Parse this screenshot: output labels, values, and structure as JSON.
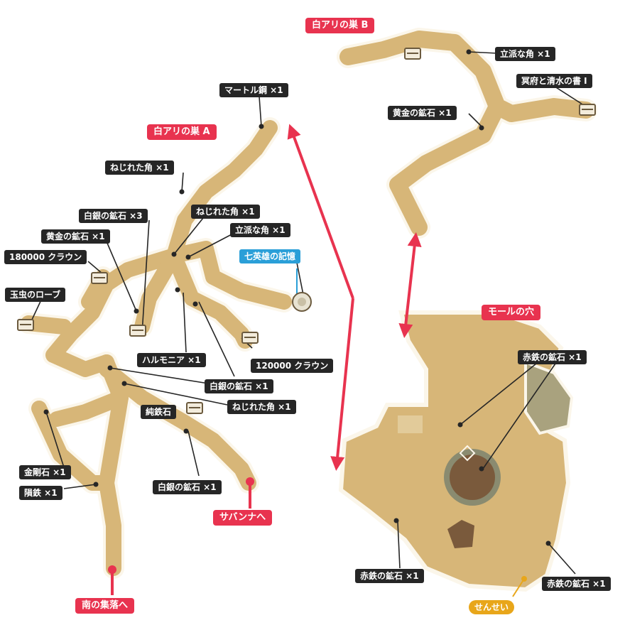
{
  "areas": {
    "nest_a": "白アリの巣 A",
    "nest_b": "白アリの巣 B",
    "mole_hole": "モールの穴"
  },
  "exits": {
    "savanna": "サバンナへ",
    "south_village": "南の集落へ"
  },
  "npc": {
    "teacher": "せんせい"
  },
  "special": {
    "seven_heroes_memory": "七英雄の記憶"
  },
  "items": {
    "martle_steel": "マートル鋼 ×1",
    "twisted_horn_1": "ねじれた角 ×1",
    "twisted_horn_2": "ねじれた角 ×1",
    "twisted_horn_3": "ねじれた角 ×1",
    "silver_ore_3": "白銀の鉱石 ×3",
    "gold_ore_a": "黄金の鉱石 ×1",
    "crowns_180000": "180000 クラウン",
    "fine_horn_a": "立派な角 ×1",
    "tamamushi_robe": "玉虫のローブ",
    "harmonia": "ハルモニア ×1",
    "crowns_120000": "120000 クラウン",
    "silver_ore_a": "白銀の鉱石 ×1",
    "pure_iron": "純鉄石",
    "diamond": "金剛石 ×1",
    "meteorite": "隕鉄 ×1",
    "silver_ore_b": "白銀の鉱石 ×1",
    "fine_horn_b": "立派な角 ×1",
    "underworld_book": "冥府と清水の書 I",
    "gold_ore_b": "黄金の鉱石 ×1",
    "red_iron_1": "赤鉄の鉱石 ×1",
    "red_iron_2": "赤鉄の鉱石 ×1",
    "red_iron_3": "赤鉄の鉱石 ×1"
  },
  "colors": {
    "cave_floor": "#d7b678",
    "cave_edge": "#fbf6ea",
    "area_label": "#e8334f",
    "item_label": "#262626",
    "npc_label": "#e8a61a",
    "memory_label": "#2a9fd8",
    "connector_arrow": "#e8334f",
    "crater": "#7a5a3c"
  },
  "icons": [
    "treasure-chest-icon",
    "memory-orb-icon",
    "save-crystal-icon"
  ]
}
